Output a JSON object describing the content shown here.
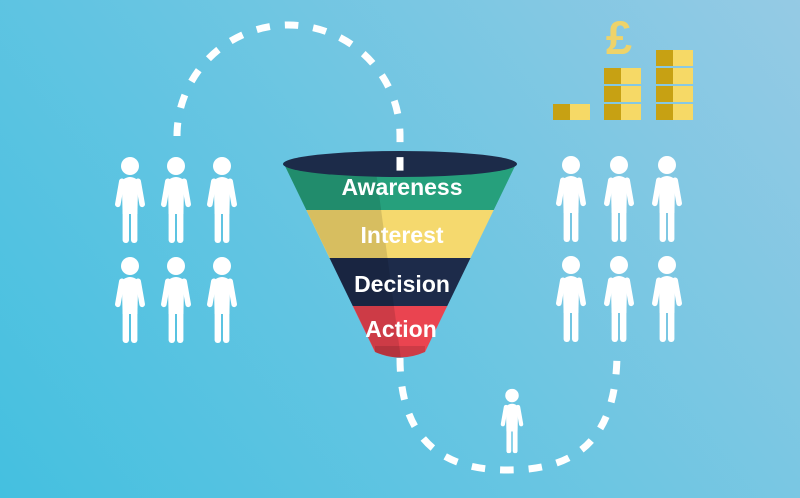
{
  "scene": {
    "background": {
      "gradient_start": "#44c0e0",
      "gradient_end": "#95cae4"
    },
    "funnel": {
      "rim_color": "#1c2b49",
      "label_color": "#ffffff",
      "stages": [
        {
          "label": "Awareness",
          "color": "#26a07c"
        },
        {
          "label": "Interest",
          "color": "#f5d96e"
        },
        {
          "label": "Decision",
          "color": "#1d2b4a"
        },
        {
          "label": "Action",
          "color": "#ea4450"
        }
      ]
    },
    "audience": {
      "icon_color": "#ffffff",
      "left_group": {
        "rows": 2,
        "cols": 3,
        "count": 6
      },
      "right_group": {
        "rows": 2,
        "cols": 3,
        "count": 6
      },
      "converted_person": {
        "count": 1
      }
    },
    "money": {
      "currency_symbol": "£",
      "symbol_color": "#eed36a",
      "coin_dark": "#c7a113",
      "coin_light": "#f6d966",
      "stacks": [
        1,
        3,
        4
      ]
    },
    "path": {
      "dash_color": "#ffffff"
    }
  }
}
